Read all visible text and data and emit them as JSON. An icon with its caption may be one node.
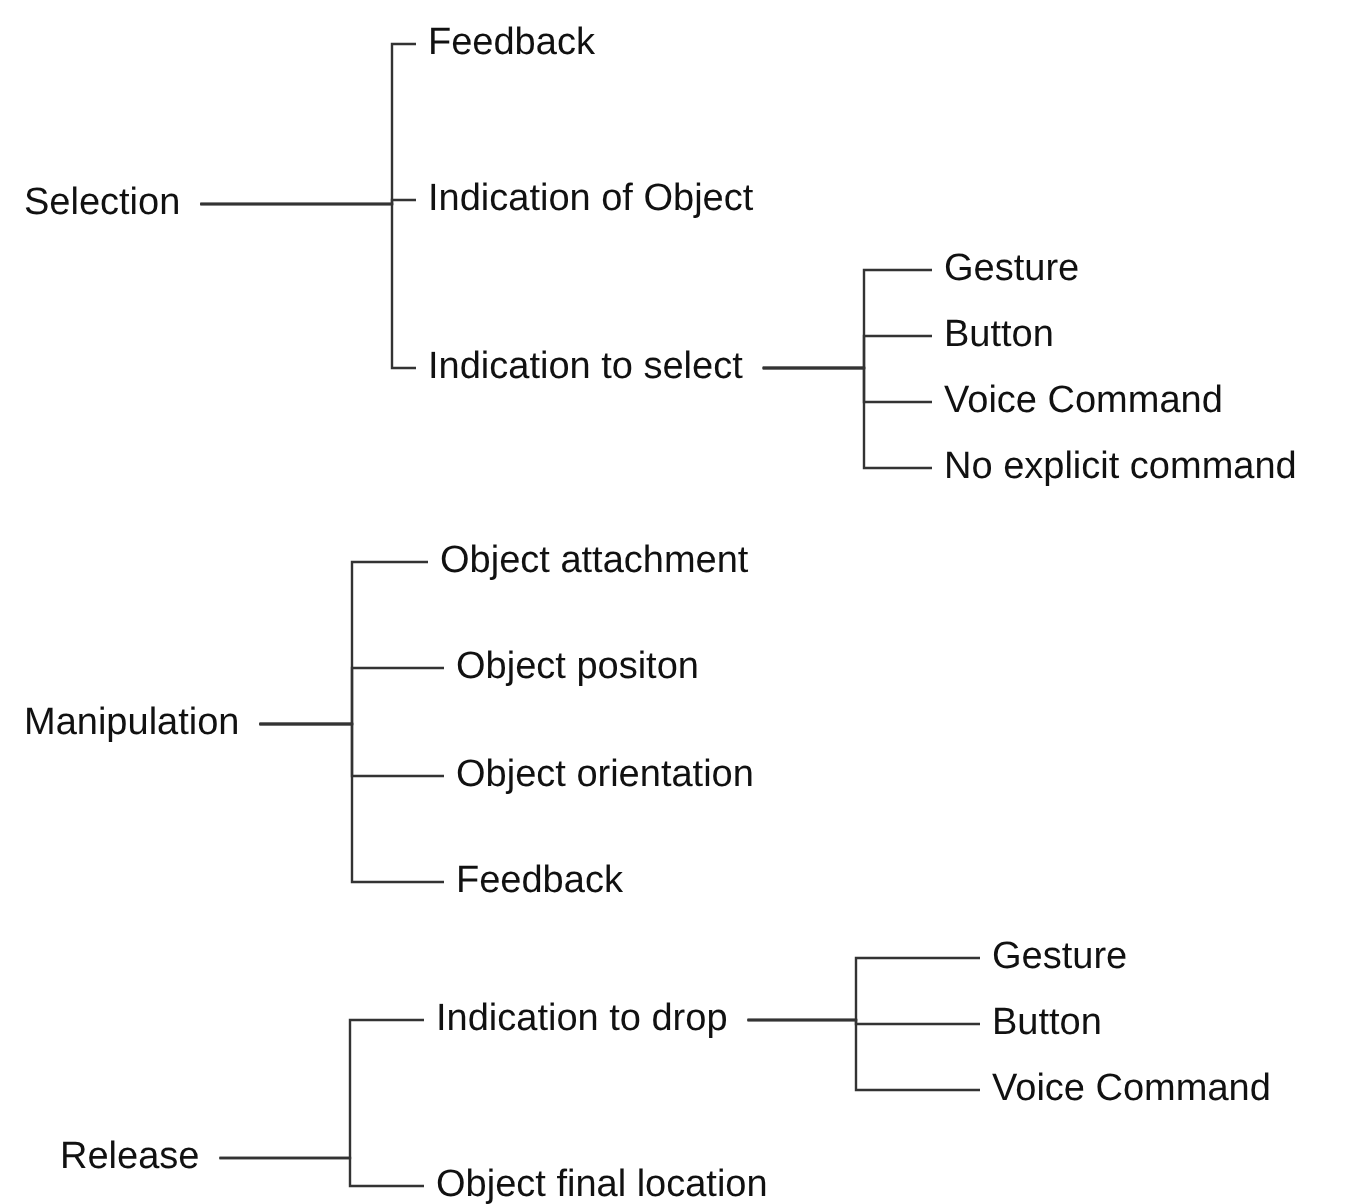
{
  "diagram": {
    "nodes": [
      {
        "text": [
          "Selection"
        ]
      },
      {
        "text": [
          "Feedback"
        ]
      },
      {
        "text": [
          "Indication of Object"
        ]
      },
      {
        "text": [
          "Indication to select"
        ]
      },
      {
        "text": [
          "Gesture"
        ]
      },
      {
        "text": [
          "Button"
        ]
      },
      {
        "text": [
          "Voice Command"
        ]
      },
      {
        "text": [
          "No explicit command"
        ]
      },
      {
        "text": [
          "Manipulation"
        ]
      },
      {
        "text": [
          "Object attachment"
        ]
      },
      {
        "text": [
          "Object positon"
        ]
      },
      {
        "text": [
          "Object orientation"
        ]
      },
      {
        "text": [
          "Feedback"
        ]
      },
      {
        "text": [
          "Release"
        ]
      },
      {
        "text": [
          "Indication to drop"
        ]
      },
      {
        "text": [
          "Gesture"
        ]
      },
      {
        "text": [
          "Button"
        ]
      },
      {
        "text": [
          "Voice Command"
        ]
      },
      {
        "text": [
          "Object final location"
        ]
      }
    ],
    "edges": [
      {
        "from": 0,
        "to": 1,
        "arrow": "none"
      },
      {
        "from": 0,
        "to": 2,
        "arrow": "none"
      },
      {
        "from": 0,
        "to": 3,
        "arrow": "none"
      },
      {
        "from": 3,
        "to": 4,
        "arrow": "none"
      },
      {
        "from": 3,
        "to": 5,
        "arrow": "none"
      },
      {
        "from": 3,
        "to": 6,
        "arrow": "none"
      },
      {
        "from": 3,
        "to": 7,
        "arrow": "none"
      },
      {
        "from": 8,
        "to": 9,
        "arrow": "none"
      },
      {
        "from": 8,
        "to": 10,
        "arrow": "none"
      },
      {
        "from": 8,
        "to": 11,
        "arrow": "none"
      },
      {
        "from": 8,
        "to": 12,
        "arrow": "none"
      },
      {
        "from": 13,
        "to": 14,
        "arrow": "none"
      },
      {
        "from": 13,
        "to": 18,
        "arrow": "none"
      },
      {
        "from": 14,
        "to": 15,
        "arrow": "none"
      },
      {
        "from": 14,
        "to": 16,
        "arrow": "none"
      },
      {
        "from": 14,
        "to": 17,
        "arrow": "none"
      }
    ]
  }
}
